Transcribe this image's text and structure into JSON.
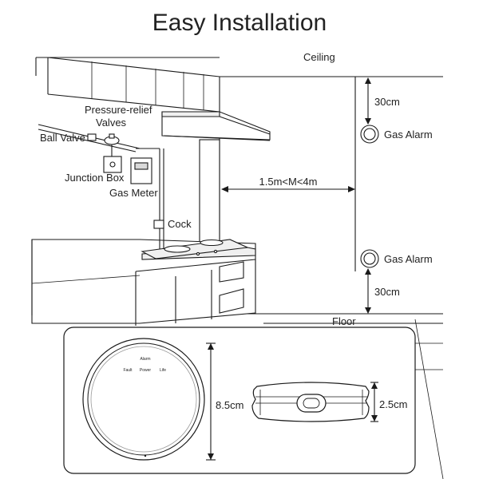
{
  "title": "Easy Installation",
  "labels": {
    "ceiling": "Ceiling",
    "floor": "Floor",
    "pressure_relief_line1": "Pressure-relief",
    "pressure_relief_line2": "Valves",
    "ball_valve": "Ball Valve",
    "junction_box": "Junction Box",
    "gas_meter": "Gas Meter",
    "cock": "Cock",
    "gas_alarm_top": "Gas Alarm",
    "gas_alarm_bottom": "Gas Alarm"
  },
  "dimensions": {
    "ceiling_gap": "30cm",
    "floor_gap": "30cm",
    "distance": "1.5m<M<4m",
    "device_diameter": "8.5cm",
    "device_height": "2.5cm"
  },
  "device_face": {
    "alarm": "Alarm",
    "fault": "Fault",
    "power": "Power",
    "life": "Life"
  }
}
